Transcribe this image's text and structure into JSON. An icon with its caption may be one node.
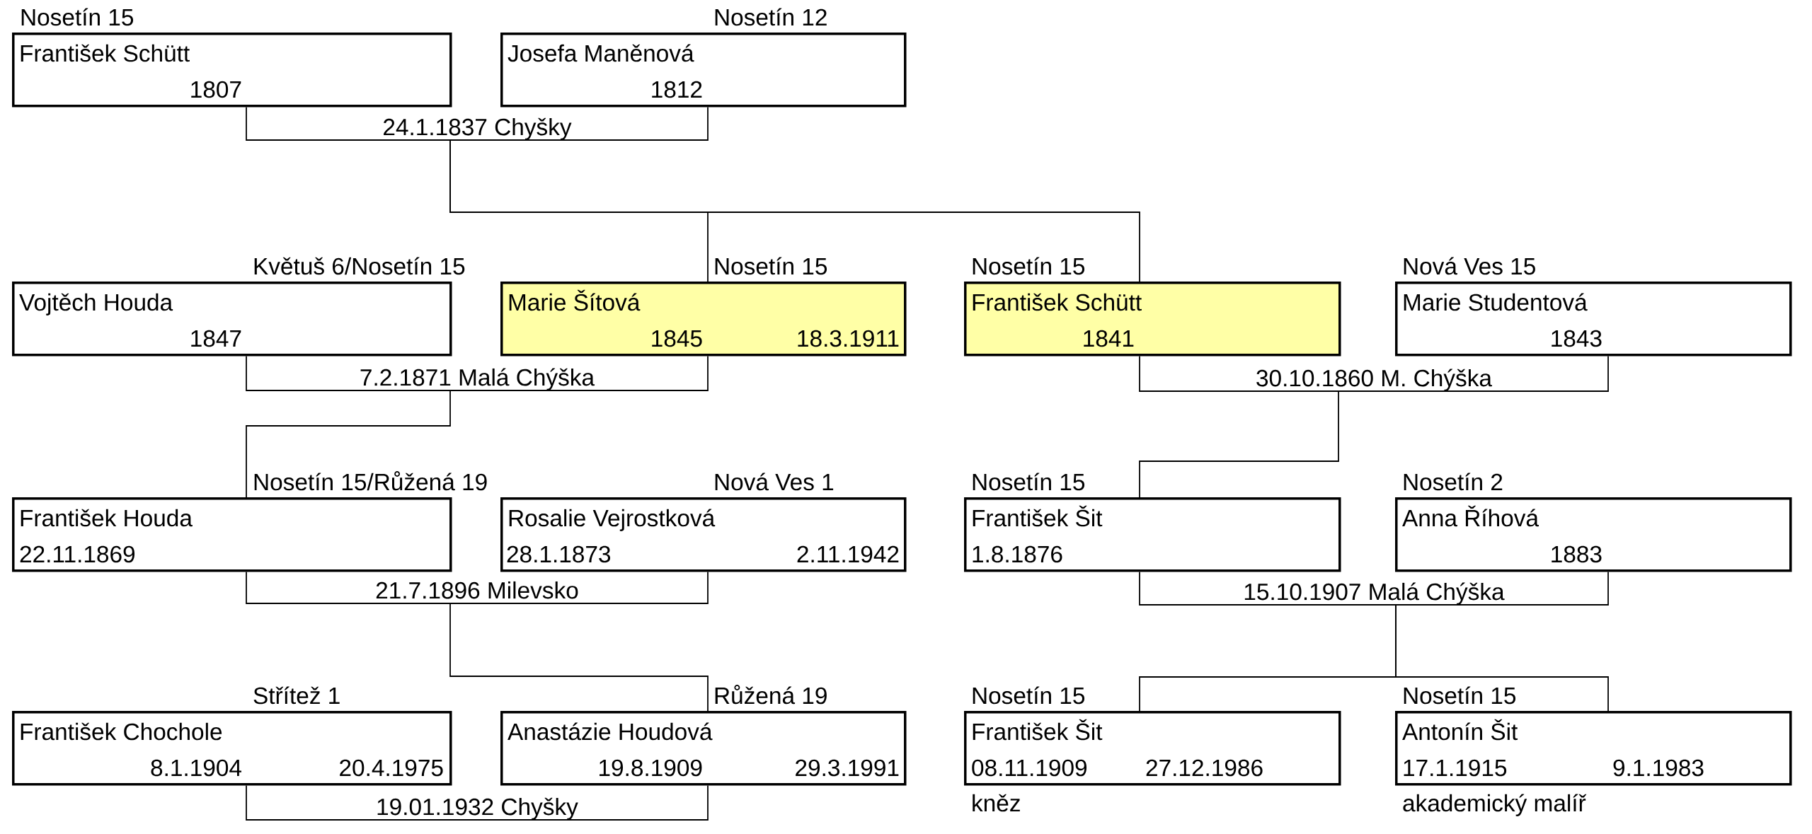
{
  "diagram": {
    "nodes": [
      {
        "text": [
          "Nosetín 15",
          "František Schütt",
          "1807"
        ]
      },
      {
        "text": [
          "Nosetín 12",
          "Josefa Maněnová",
          "1812"
        ]
      },
      {
        "text": [
          "24.1.1837 Chyšky"
        ]
      },
      {
        "text": [
          "Květuš 6/Nosetín 15",
          "Vojtěch Houda",
          "1847"
        ]
      },
      {
        "text": [
          "Nosetín 15",
          "Marie Šítová",
          "1845",
          "18.3.1911"
        ]
      },
      {
        "text": [
          "Nosetín 15",
          "František Schütt",
          "1841"
        ]
      },
      {
        "text": [
          "Nová Ves 15",
          "Marie Studentová",
          "1843"
        ]
      },
      {
        "text": [
          "7.2.1871 Malá Chýška"
        ]
      },
      {
        "text": [
          "30.10.1860 M. Chýška"
        ]
      },
      {
        "text": [
          "Nosetín 15/Růžená 19",
          "František Houda",
          "22.11.1869"
        ]
      },
      {
        "text": [
          "Nová Ves 1",
          "Rosalie Vejrostková",
          "28.1.1873",
          "2.11.1942"
        ]
      },
      {
        "text": [
          "Nosetín 15",
          "František Šit",
          "1.8.1876"
        ]
      },
      {
        "text": [
          "Nosetín 2",
          "Anna Říhová",
          "1883"
        ]
      },
      {
        "text": [
          "21.7.1896 Milevsko"
        ]
      },
      {
        "text": [
          "15.10.1907 Malá Chýška"
        ]
      },
      {
        "text": [
          "Střítež 1",
          "František Chochole",
          "8.1.1904",
          "20.4.1975"
        ]
      },
      {
        "text": [
          "Růžená 19",
          "Anastázie Houdová",
          "19.8.1909",
          "29.3.1991"
        ]
      },
      {
        "text": [
          "Nosetín 15",
          "František Šit",
          "08.11.1909",
          "27.12.1986"
        ],
        "beside": [
          "kněz"
        ]
      },
      {
        "text": [
          "Nosetín 15",
          "Antonín Šit",
          "17.1.1915",
          "9.1.1983"
        ],
        "beside": [
          "akademický malíř"
        ]
      },
      {
        "text": [
          "19.01.1932 Chyšky"
        ]
      }
    ],
    "edges": [
      {
        "from": 0,
        "to": 2,
        "arrow": "none"
      },
      {
        "from": 1,
        "to": 2,
        "arrow": "none"
      },
      {
        "from": 2,
        "to": 4,
        "arrow": "none"
      },
      {
        "from": 2,
        "to": 5,
        "arrow": "none"
      },
      {
        "from": 3,
        "to": 7,
        "arrow": "none"
      },
      {
        "from": 4,
        "to": 7,
        "arrow": "none"
      },
      {
        "from": 5,
        "to": 8,
        "arrow": "none"
      },
      {
        "from": 6,
        "to": 8,
        "arrow": "none"
      },
      {
        "from": 7,
        "to": 9,
        "arrow": "none"
      },
      {
        "from": 8,
        "to": 11,
        "arrow": "none"
      },
      {
        "from": 9,
        "to": 13,
        "arrow": "none"
      },
      {
        "from": 10,
        "to": 13,
        "arrow": "none"
      },
      {
        "from": 11,
        "to": 14,
        "arrow": "none"
      },
      {
        "from": 12,
        "to": 14,
        "arrow": "none"
      },
      {
        "from": 13,
        "to": 16,
        "arrow": "none"
      },
      {
        "from": 14,
        "to": 17,
        "arrow": "none"
      },
      {
        "from": 14,
        "to": 18,
        "arrow": "none"
      },
      {
        "from": 15,
        "to": 19,
        "arrow": "none"
      },
      {
        "from": 16,
        "to": 19,
        "arrow": "none"
      }
    ]
  }
}
